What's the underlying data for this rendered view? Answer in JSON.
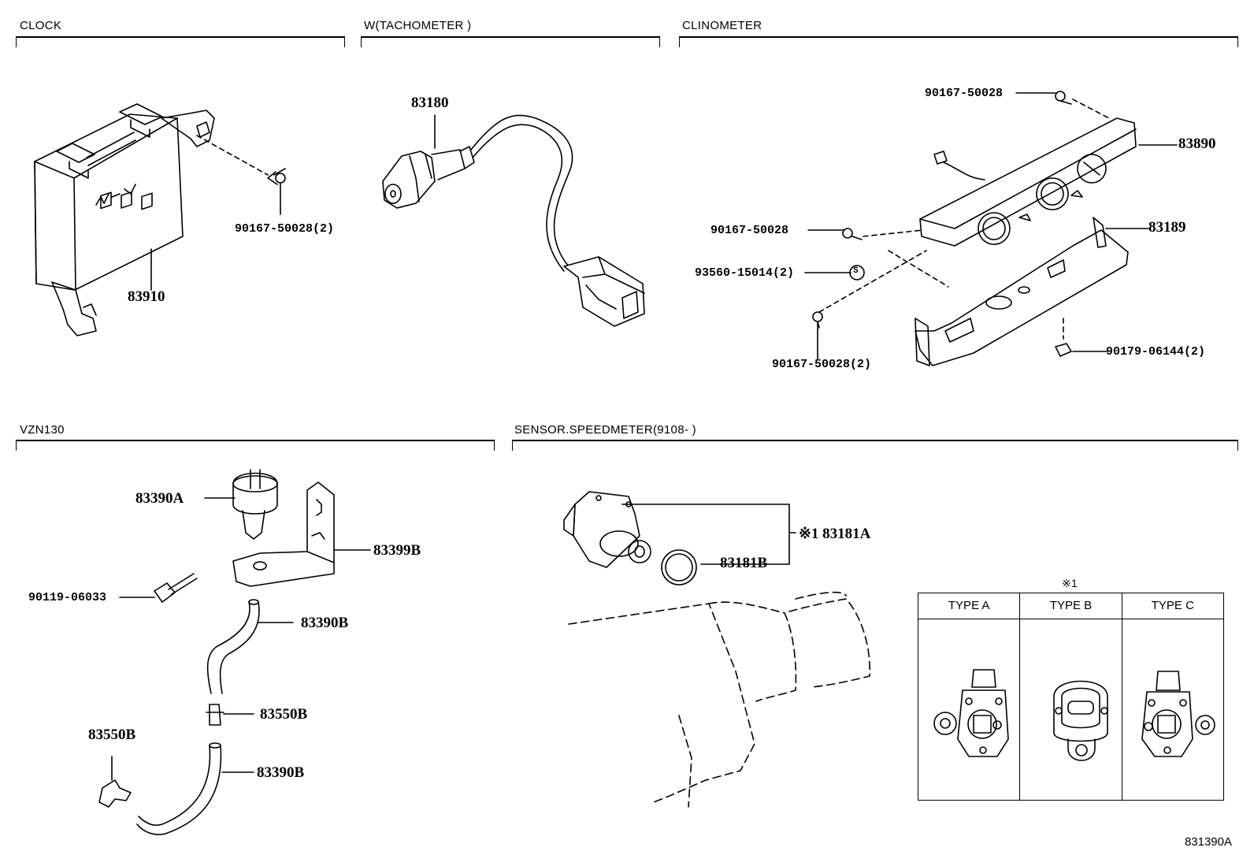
{
  "sections": {
    "clock": "CLOCK",
    "tachometer": "W(TACHOMETER )",
    "clinometer": "CLINOMETER",
    "vzn130": "VZN130",
    "speedsensor": "SENSOR.SPEEDMETER(9108-        )"
  },
  "parts": {
    "p83910": "83910",
    "p90167_2a": "90167-50028(2)",
    "p83180": "83180",
    "p90167_top": "90167-50028",
    "p83890": "83890",
    "p90167_mid": "90167-50028",
    "p83189": "83189",
    "p93560": "93560-15014(2)",
    "p90167_bot": "90167-50028(2)",
    "p90179": "90179-06144(2)",
    "p83390A": "83390A",
    "p83399B": "83399B",
    "p90119": "90119-06033",
    "p83390B_1": "83390B",
    "p83550B_1": "83550B",
    "p83550B_2": "83550B",
    "p83390B_2": "83390B",
    "p83181A": "※1 83181A",
    "p83181B": "83181B",
    "s_mark": "S"
  },
  "type_table": {
    "caption": "※1",
    "headers": [
      "TYPE A",
      "TYPE B",
      "TYPE C"
    ]
  },
  "footer": "831390A"
}
